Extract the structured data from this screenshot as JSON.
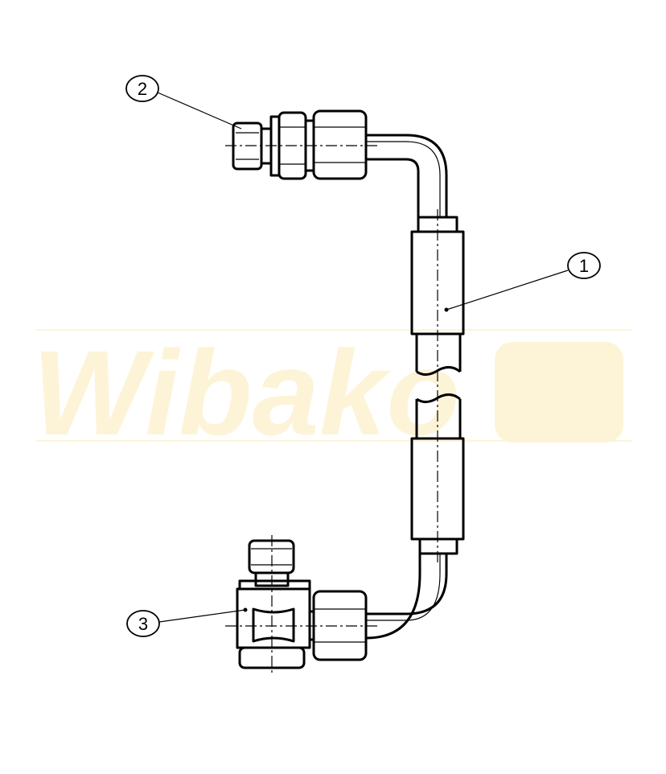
{
  "watermark": {
    "brand": "Wibako",
    "color": "#fdf4d8"
  },
  "callouts": [
    {
      "label": "1",
      "part": "hose"
    },
    {
      "label": "2",
      "part": "straight-fitting"
    },
    {
      "label": "3",
      "part": "banjo-fitting"
    }
  ]
}
